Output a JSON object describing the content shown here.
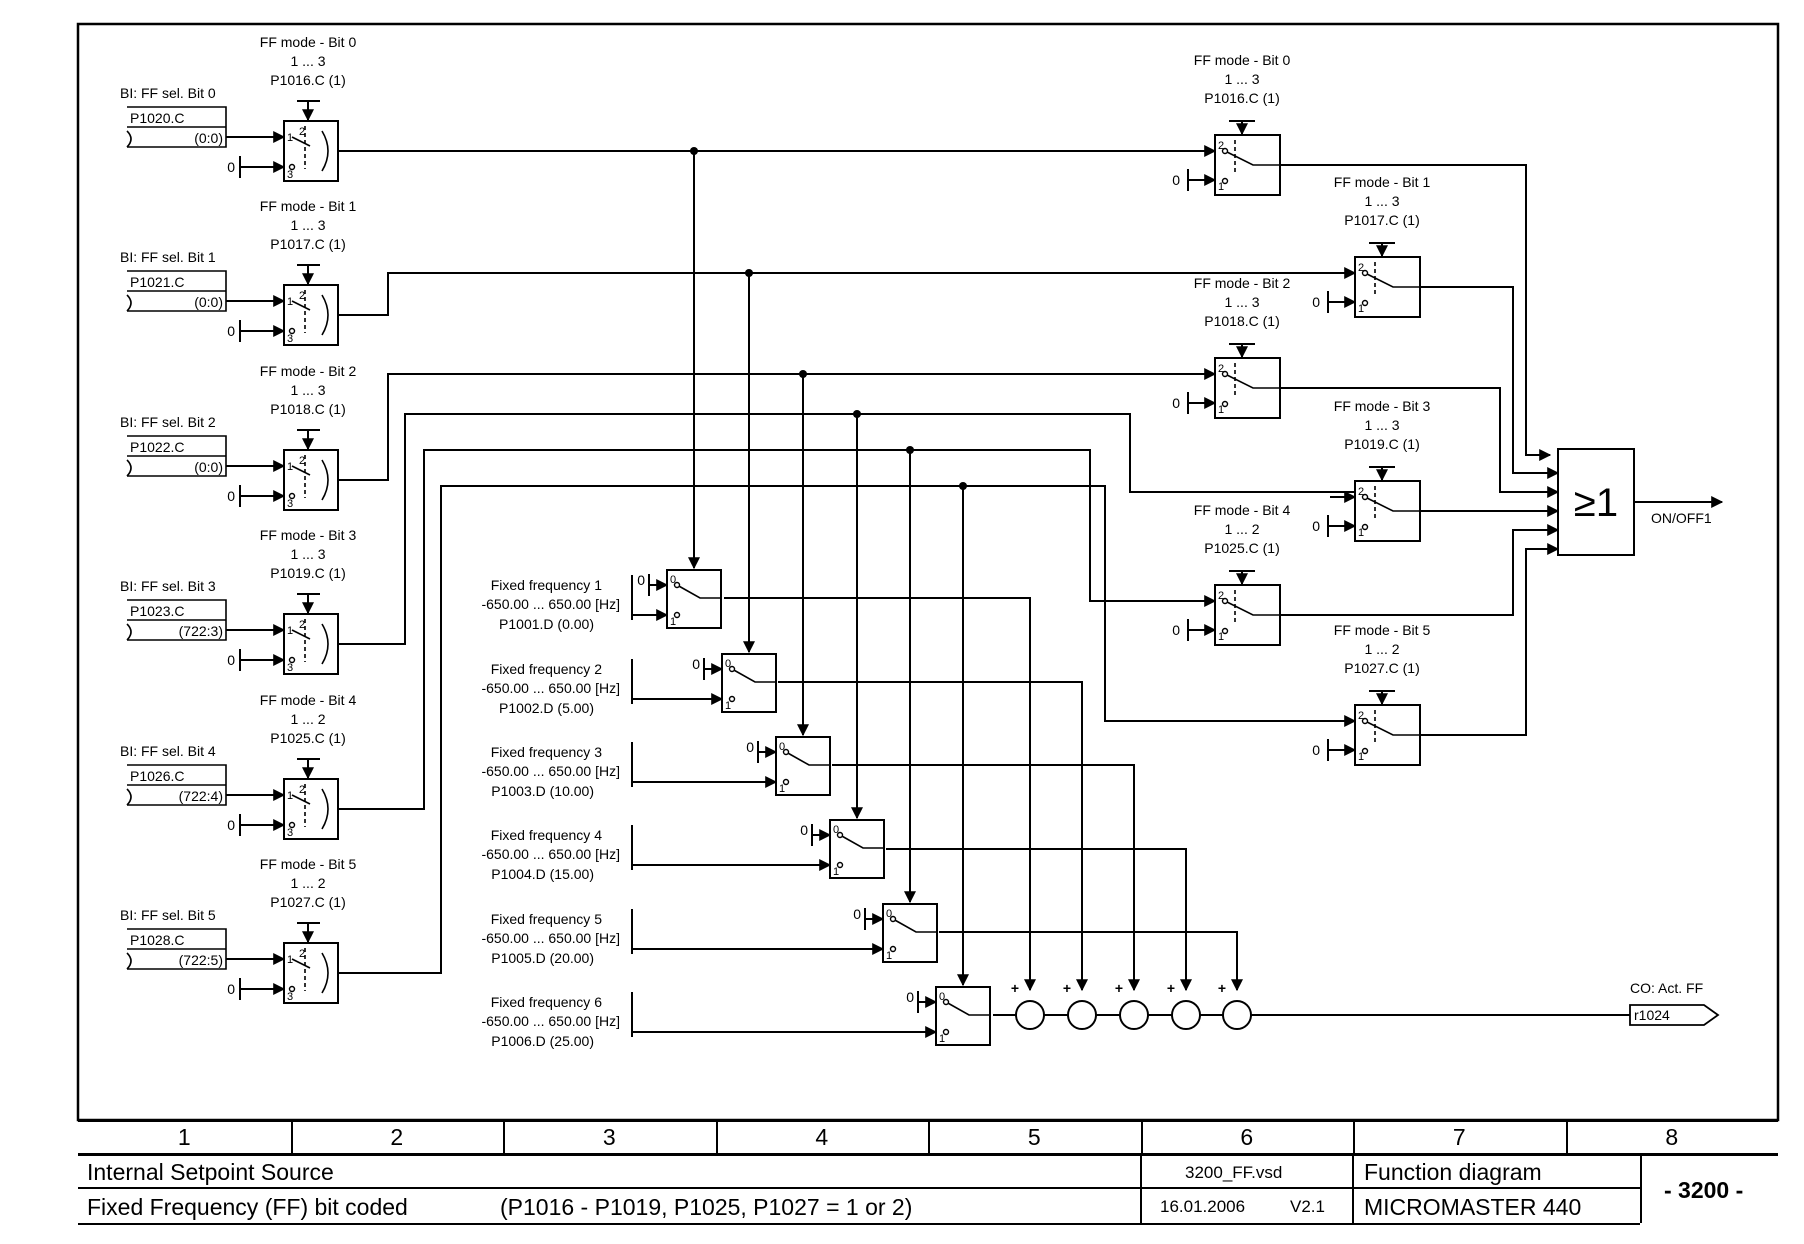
{
  "inputs": [
    {
      "bi": "BI: FF sel. Bit 0",
      "param": "P1020.C",
      "value": "(0:0)",
      "mode": "FF mode - Bit 0",
      "range": "1 ... 3",
      "mode_param": "P1016.C (1)",
      "zero": "0"
    },
    {
      "bi": "BI: FF sel. Bit 1",
      "param": "P1021.C",
      "value": "(0:0)",
      "mode": "FF mode - Bit 1",
      "range": "1 ... 3",
      "mode_param": "P1017.C (1)",
      "zero": "0"
    },
    {
      "bi": "BI: FF sel. Bit 2",
      "param": "P1022.C",
      "value": "(0:0)",
      "mode": "FF mode - Bit 2",
      "range": "1 ... 3",
      "mode_param": "P1018.C (1)",
      "zero": "0"
    },
    {
      "bi": "BI: FF sel. Bit 3",
      "param": "P1023.C",
      "value": "(722:3)",
      "mode": "FF mode - Bit 3",
      "range": "1 ... 3",
      "mode_param": "P1019.C (1)",
      "zero": "0"
    },
    {
      "bi": "BI: FF sel. Bit 4",
      "param": "P1026.C",
      "value": "(722:4)",
      "mode": "FF mode - Bit 4",
      "range": "1 ... 2",
      "mode_param": "P1025.C (1)",
      "zero": "0"
    },
    {
      "bi": "BI: FF sel. Bit 5",
      "param": "P1028.C",
      "value": "(722:5)",
      "mode": "FF mode - Bit 5",
      "range": "1 ... 2",
      "mode_param": "P1027.C (1)",
      "zero": "0"
    }
  ],
  "switch_labels": {
    "one": "1",
    "two": "2",
    "three": "3",
    "zero_pin": "0"
  },
  "frequencies": [
    {
      "title": "Fixed frequency 1",
      "range": "-650.00 ... 650.00  [Hz]",
      "param": "P1001.D (0.00)"
    },
    {
      "title": "Fixed frequency 2",
      "range": "-650.00 ... 650.00  [Hz]",
      "param": "P1002.D (5.00)"
    },
    {
      "title": "Fixed frequency 3",
      "range": "-650.00 ... 650.00  [Hz]",
      "param": "P1003.D (10.00)"
    },
    {
      "title": "Fixed frequency 4",
      "range": "-650.00 ... 650.00  [Hz]",
      "param": "P1004.D (15.00)"
    },
    {
      "title": "Fixed frequency 5",
      "range": "-650.00 ... 650.00  [Hz]",
      "param": "P1005.D (20.00)"
    },
    {
      "title": "Fixed frequency 6",
      "range": "-650.00 ... 650.00  [Hz]",
      "param": "P1006.D (25.00)"
    }
  ],
  "summer": {
    "plus": "+"
  },
  "or_gate": {
    "symbol": "≥1",
    "output_label": "ON/OFF1"
  },
  "output": {
    "label": "CO: Act. FF",
    "param": "r1024"
  },
  "footer": {
    "columns": [
      "1",
      "2",
      "3",
      "4",
      "5",
      "6",
      "7",
      "8"
    ],
    "title_line1": "Internal Setpoint Source",
    "title_line2": "Fixed Frequency (FF) bit coded",
    "params_note": "(P1016 - P1019, P1025, P1027 = 1 or 2)",
    "file": "3200_FF.vsd",
    "date": "16.01.2006",
    "version": "V2.1",
    "doc_type": "Function diagram",
    "product": "MICROMASTER 440",
    "page": "- 3200 -"
  }
}
